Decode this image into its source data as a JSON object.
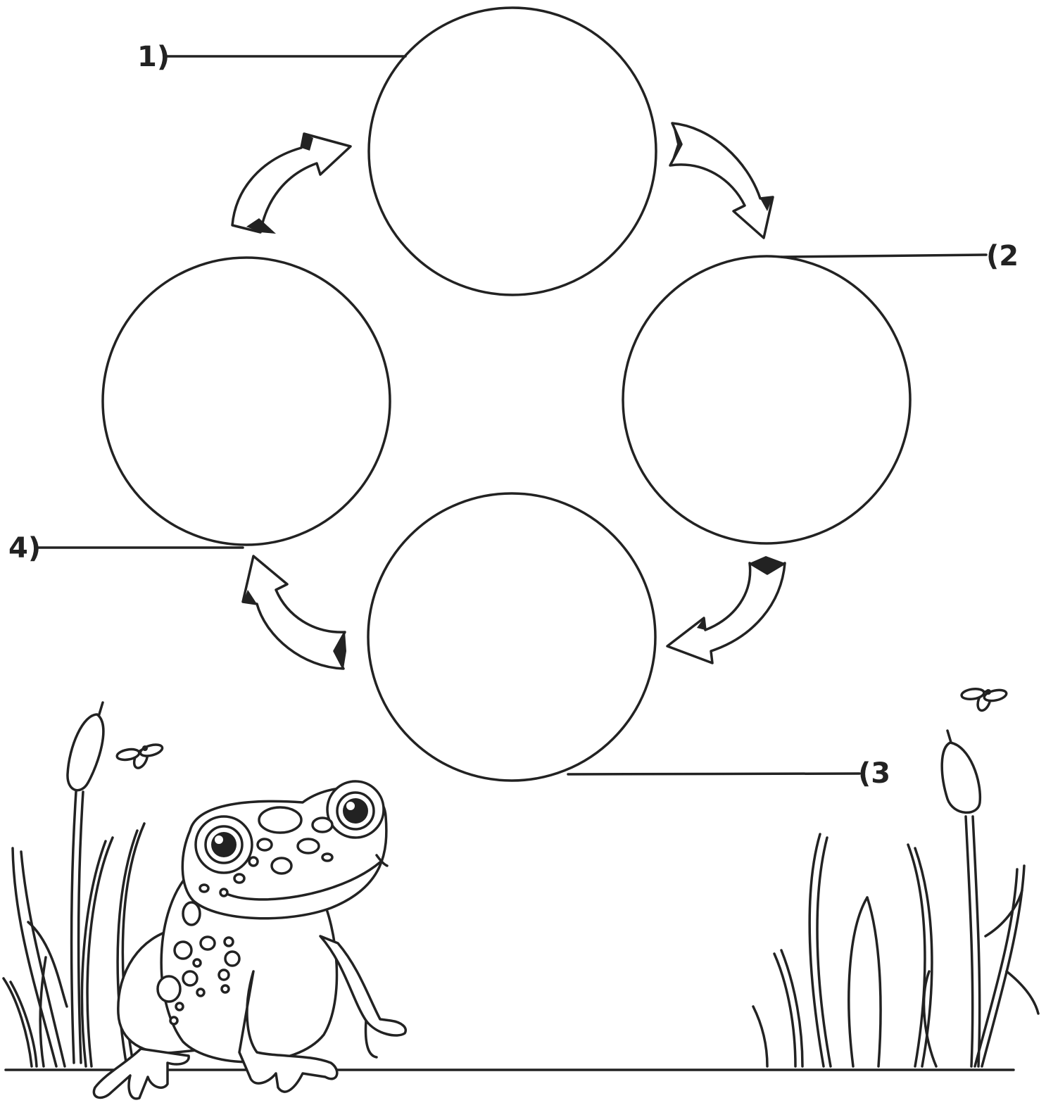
{
  "diagram": {
    "stages": [
      {
        "label": "1)"
      },
      {
        "label": "(2"
      },
      {
        "label": "(3"
      },
      {
        "label": "4)"
      }
    ]
  },
  "colors": {
    "ink": "#222222",
    "paper": "#ffffff"
  },
  "icons": [
    "frog-icon",
    "cattail-icon",
    "grass-icon",
    "firefly-icon",
    "cycle-arrow-icon"
  ]
}
